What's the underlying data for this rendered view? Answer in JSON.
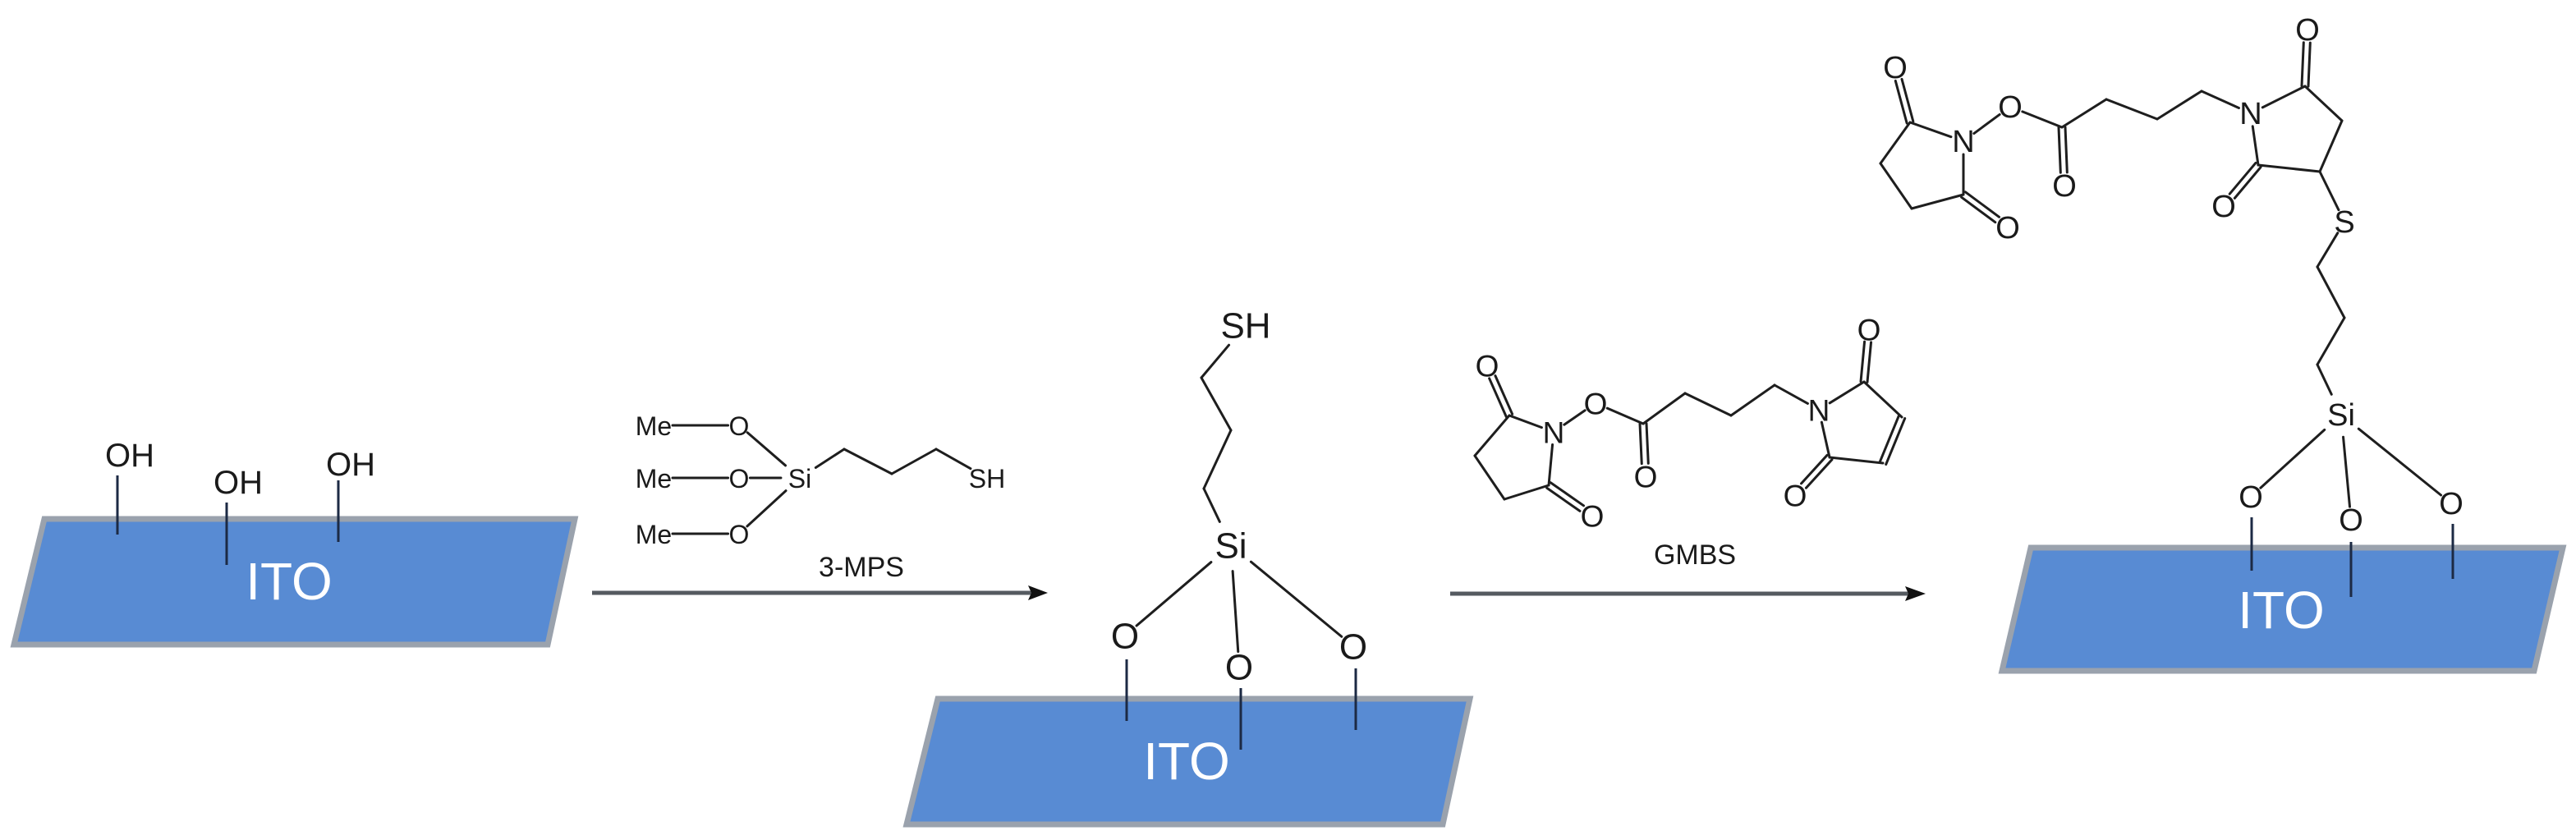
{
  "colors": {
    "substrate_fill": "#588bd3",
    "substrate_border": "#9aa2ad",
    "bond": "#1e1e1e",
    "substrate_text": "#ffffff"
  },
  "substrates": [
    {
      "label": "ITO"
    },
    {
      "label": "ITO"
    },
    {
      "label": "ITO"
    }
  ],
  "step0_surface": {
    "groups": [
      "OH",
      "OH",
      "OH"
    ]
  },
  "step1": {
    "reagent_label": "3-MPS",
    "reagent_atoms": [
      "Me",
      "O",
      "Me",
      "O",
      "Si",
      "Me",
      "O",
      "SH"
    ],
    "arrow": "right-arrow"
  },
  "intermediate": {
    "atoms": [
      "SH",
      "Si",
      "O",
      "O",
      "O"
    ]
  },
  "step2": {
    "reagent_label": "GMBS",
    "reagent_atoms": [
      "O",
      "N",
      "O",
      "O",
      "O",
      "N",
      "O",
      "O"
    ],
    "arrow": "right-arrow"
  },
  "product": {
    "atoms": [
      "O",
      "N",
      "O",
      "O",
      "O",
      "N",
      "O",
      "O",
      "S",
      "Si",
      "O",
      "O",
      "O"
    ]
  }
}
